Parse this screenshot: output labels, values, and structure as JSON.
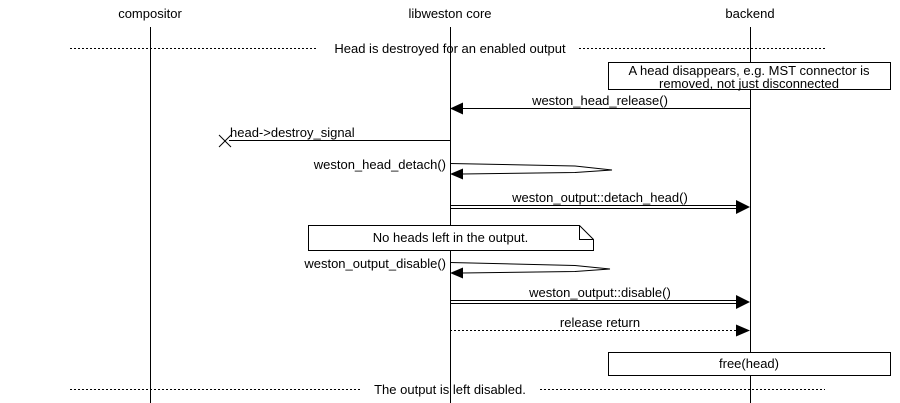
{
  "colors": {
    "ink": "#000000",
    "paper": "#ffffff"
  },
  "participants": [
    {
      "name": "compositor"
    },
    {
      "name": "libweston core"
    },
    {
      "name": "backend"
    }
  ],
  "dividers": [
    {
      "label": "Head is destroyed for an enabled output"
    },
    {
      "label": "The output is left disabled."
    }
  ],
  "notes": [
    {
      "shape": "box",
      "label": "A head disappears, e.g. MST connector is removed, not just disconnected"
    },
    {
      "shape": "note",
      "label": "No heads left in the output."
    },
    {
      "shape": "box",
      "label": "free(head)"
    }
  ],
  "messages": [
    {
      "label": "weston_head_release()",
      "from": "backend",
      "to": "libweston core",
      "line": "solid"
    },
    {
      "label": "head->destroy_signal",
      "from": "libweston core",
      "to": "lost",
      "line": "lost"
    },
    {
      "label": "weston_head_detach()",
      "from": "libweston core",
      "to": "libweston core",
      "line": "self"
    },
    {
      "label": "weston_output::detach_head()",
      "from": "libweston core",
      "to": "backend",
      "line": "double"
    },
    {
      "label": "weston_output_disable()",
      "from": "libweston core",
      "to": "libweston core",
      "line": "self"
    },
    {
      "label": "weston_output::disable()",
      "from": "libweston core",
      "to": "backend",
      "line": "double"
    },
    {
      "label": "release return",
      "from": "libweston core",
      "to": "backend",
      "line": "dotted"
    }
  ]
}
